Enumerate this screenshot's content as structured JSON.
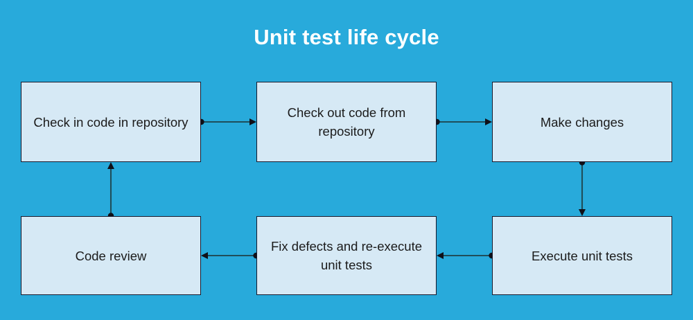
{
  "diagram": {
    "title": "Unit test life cycle",
    "background_color": "#28aadb",
    "node_fill_color": "#d6e9f5",
    "node_border_color": "#17182b",
    "connector_color": "#1f4e5a",
    "title_color": "#ffffff",
    "label_color": "#1b1b1b",
    "nodes": [
      {
        "id": "checkin",
        "label": "Check in code in repository"
      },
      {
        "id": "checkout",
        "label": "Check out code from repository"
      },
      {
        "id": "changes",
        "label": "Make changes"
      },
      {
        "id": "review",
        "label": "Code review"
      },
      {
        "id": "fix",
        "label": "Fix defects and re-execute unit tests"
      },
      {
        "id": "execute",
        "label": "Execute unit tests"
      }
    ],
    "connectors": [
      {
        "from": "checkin",
        "to": "checkout",
        "direction": "right"
      },
      {
        "from": "checkout",
        "to": "changes",
        "direction": "right"
      },
      {
        "from": "changes",
        "to": "execute",
        "direction": "down"
      },
      {
        "from": "execute",
        "to": "fix",
        "direction": "left"
      },
      {
        "from": "fix",
        "to": "review",
        "direction": "left"
      },
      {
        "from": "review",
        "to": "checkin",
        "direction": "up"
      }
    ]
  }
}
